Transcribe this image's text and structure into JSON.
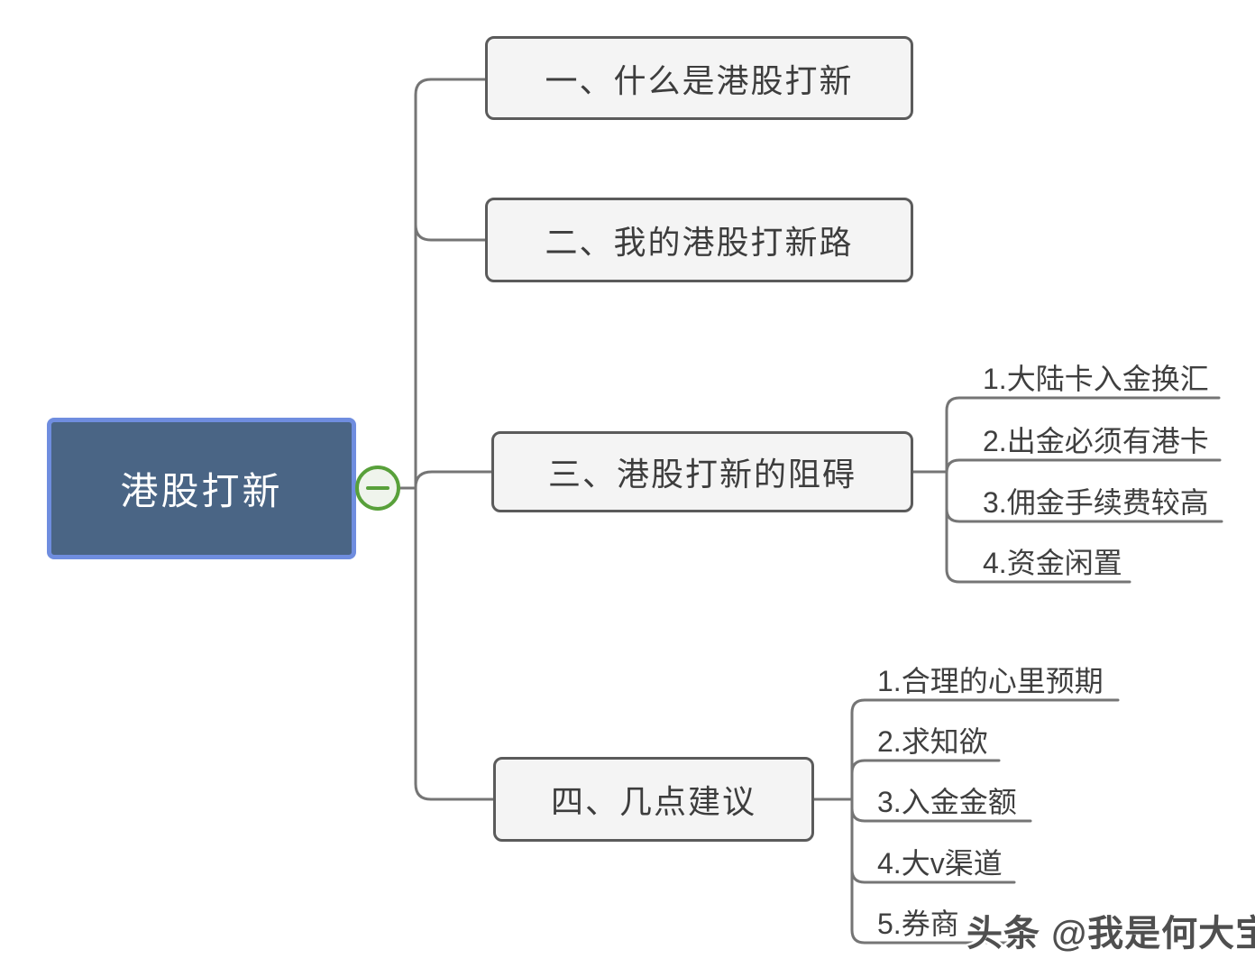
{
  "root": {
    "label": "港股打新"
  },
  "collapse_toggle": {
    "icon": "minus-icon",
    "state": "expanded"
  },
  "branches": [
    {
      "label": "一、什么是港股打新",
      "children": []
    },
    {
      "label": "二、我的港股打新路",
      "children": []
    },
    {
      "label": "三、港股打新的阻碍",
      "children": [
        "1.大陆卡入金换汇",
        "2.出金必须有港卡",
        "3.佣金手续费较高",
        "4.资金闲置"
      ]
    },
    {
      "label": "四、几点建议",
      "children": [
        "1.合理的心里预期",
        "2.求知欲",
        "3.入金金额",
        "4.大v渠道",
        "5.券商"
      ]
    }
  ],
  "watermark": {
    "text": "头条 @我是何大宝"
  },
  "colors": {
    "root_fill": "#4a6585",
    "root_border": "#6f8ddf",
    "root_text": "#ffffff",
    "branch_fill": "#f4f4f4",
    "branch_border": "#5b5b5b",
    "branch_text": "#3d3d3d",
    "connector_line": "#757575",
    "toggle_green": "#58a03a",
    "toggle_fill": "#eff4ec",
    "child_text": "#3f3f3f",
    "watermark_text": "#4f4f4f",
    "background": "#ffffff"
  }
}
